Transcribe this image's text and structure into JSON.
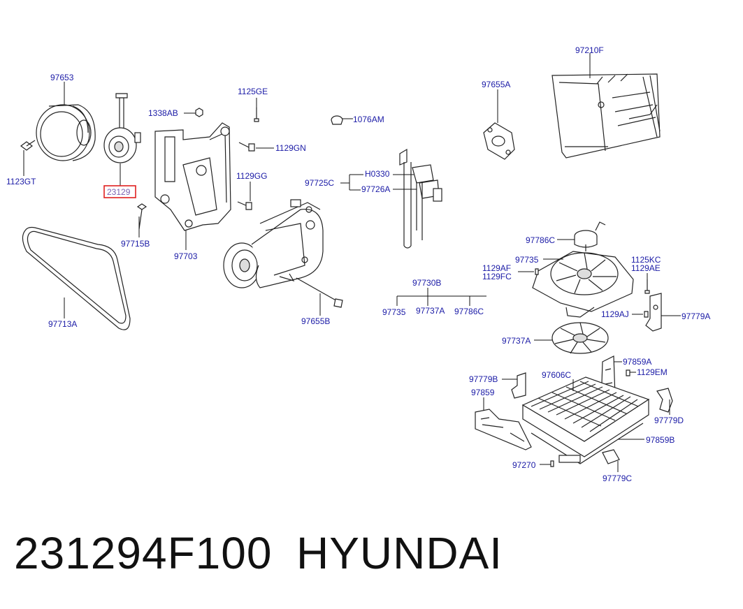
{
  "highlighted_part": "23129",
  "labels": {
    "l97653": "97653",
    "l1123GT": "1123GT",
    "l23129": "23129",
    "l1338AB": "1338AB",
    "l97715B": "97715B",
    "l97703": "97703",
    "l1125GE": "1125GE",
    "l1129GN": "1129GN",
    "l1129GG": "1129GG",
    "l1076AM": "1076AM",
    "l97725C": "97725C",
    "lH0330": "H0330",
    "l97726A": "97726A",
    "l97655A": "97655A",
    "l97210F": "97210F",
    "l97713A": "97713A",
    "l97655B": "97655B",
    "l97730B": "97730B",
    "l97735a": "97735",
    "l97737Aa": "97737A",
    "l97786Ca": "97786C",
    "l97786C": "97786C",
    "l97735": "97735",
    "l1129AF": "1129AF",
    "l1129FC": "1129FC",
    "l1125KC": "1125KC",
    "l1129AE": "1129AE",
    "l1129AJ": "1129AJ",
    "l97779A": "97779A",
    "l97737A": "97737A",
    "l97859A": "97859A",
    "l1129EM": "1129EM",
    "l97779B": "97779B",
    "l97606C": "97606C",
    "l97859": "97859",
    "l97779D": "97779D",
    "l97859B": "97859B",
    "l97270": "97270",
    "l97779C": "97779C"
  },
  "footer": {
    "part_number": "231294F100",
    "brand": "HYUNDAI"
  }
}
